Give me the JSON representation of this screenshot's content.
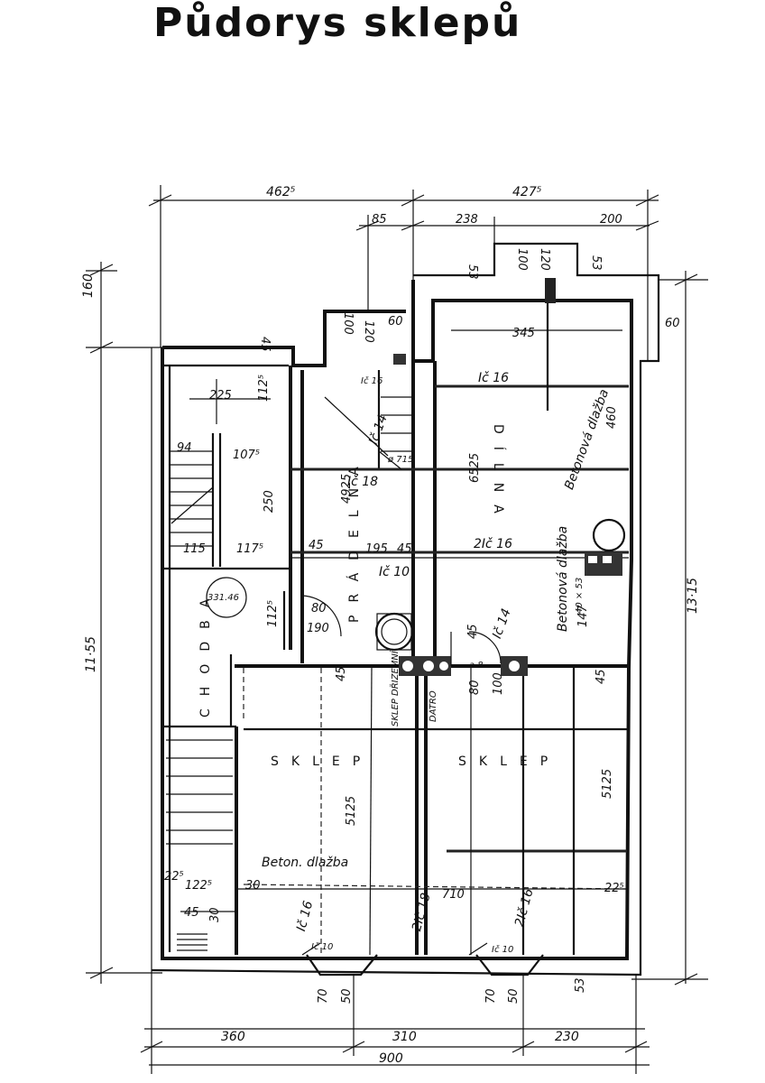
{
  "title": "Půdorys sklepů",
  "dimensions": {
    "top_left_width": "462⁵",
    "top_right_width": "427⁵",
    "top_85": "85",
    "top_238": "238",
    "top_200": "200",
    "top_53a": "53",
    "top_100a": "100",
    "top_120a": "120",
    "top_53b": "53",
    "top_100b": "100",
    "top_120b": "120",
    "top_60a": "60",
    "top_60b": "60",
    "left_160": "160",
    "left_1155": "11·55",
    "right_1315": "13·15",
    "bottom_360": "360",
    "bottom_310": "310",
    "bottom_230": "230",
    "bottom_900": "900",
    "bottom_70a": "70",
    "bottom_50a": "50",
    "bottom_70b": "70",
    "bottom_50b": "50",
    "bottom_53": "53",
    "d_345": "345",
    "d_460": "460",
    "d_6525": "6525",
    "d_4925": "4925",
    "d_225": "225",
    "d_1125a": "112⁵",
    "d_45a": "45",
    "d_94": "94",
    "d_1075": "107⁵",
    "d_250": "250",
    "d_115": "115",
    "d_1175": "117⁵",
    "d_45b": "45",
    "d_195": "195",
    "d_45c": "45",
    "d_1125b": "112⁵",
    "d_80a": "80",
    "d_190": "190",
    "d_45d": "45",
    "d_45e": "45",
    "d_80b": "80",
    "d_100c": "100",
    "d_45f": "45",
    "d_5125a": "5125",
    "d_5125b": "5125",
    "d_710": "710",
    "d_2251": "22⁵",
    "d_1225": "122⁵",
    "d_30a": "30",
    "d_45g": "45",
    "d_30b": "30",
    "d_225r": "22⁵",
    "d_147": "147",
    "d_33146": "331.46"
  },
  "beams": {
    "b1": "Ič 16",
    "b2": "Ič 14",
    "b3": "Ič 18",
    "b4": "2Ič 16",
    "b5": "Ič 10",
    "b6": "Ič 14",
    "b7": "Ič 16",
    "b8": "2Ič 18",
    "b9": "2Ič 16",
    "b10": "Ič 10",
    "b11": "Ič 10"
  },
  "rooms": {
    "dilna": "DÍLNA",
    "pradelna": "PRÁDELNA",
    "chodba": "CHODBA",
    "sklep_left": "SKLEP",
    "sklep_right": "SKLEP",
    "sklep_drzemni": "SKLEP DŘIZEMNÍ",
    "datro": "DATRO"
  },
  "notes": {
    "floor_dilna": "Betonová dlažba",
    "floor_dilna2": "Betonová dlažba",
    "floor_sklep": "Beton. dlažba",
    "small_1": "ø 715",
    "small_2": "40 × 53",
    "small_3": "Ič 16",
    "small_4": "a 8."
  }
}
